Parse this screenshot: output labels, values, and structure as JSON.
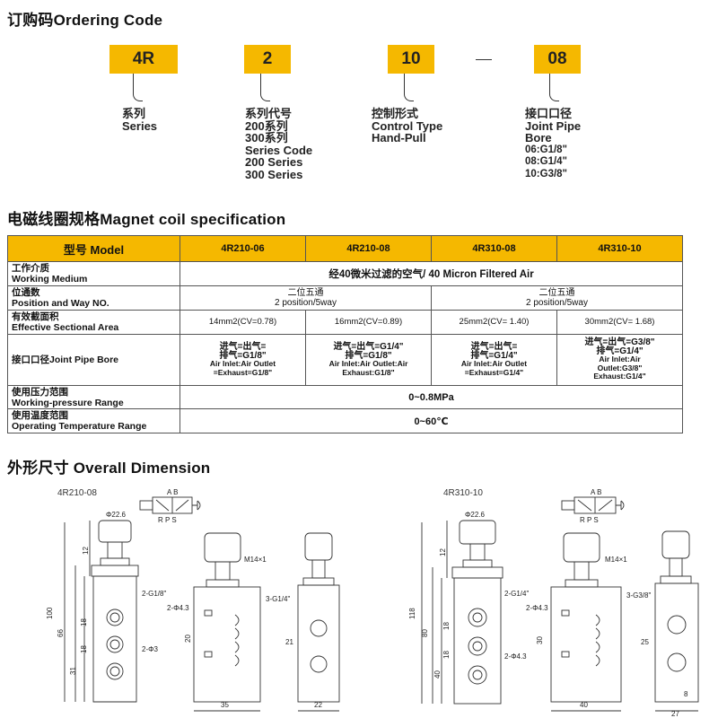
{
  "ordering": {
    "title": "订购码Ordering Code",
    "boxes": [
      "4R",
      "2",
      "10",
      "08"
    ],
    "dash": "—",
    "labels": {
      "series": [
        "系列",
        "Series"
      ],
      "series_code": [
        "系列代号",
        "200系列",
        "300系列",
        "Series Code",
        "200 Series",
        "300 Series"
      ],
      "control": [
        "控制形式",
        "Control Type",
        "Hand-Pull"
      ],
      "bore": [
        "接口口径",
        "Joint Pipe",
        "Bore",
        "06:G1/8\"",
        "08:G1/4\"",
        "10:G3/8\""
      ]
    }
  },
  "spec": {
    "title": "电磁线圈规格Magnet coil specification",
    "header": [
      "型号 Model",
      "4R210-06",
      "4R210-08",
      "4R310-08",
      "4R310-10"
    ],
    "rows": {
      "medium": {
        "label_cn": "工作介质",
        "label_en": "Working Medium",
        "value": "经40微米过滤的空气/ 40 Micron Filtered Air"
      },
      "position": {
        "label_cn": "位通数",
        "label_en": "Position and Way NO.",
        "v1_cn": "二位五通",
        "v1_en": "2 position/5way",
        "v2_cn": "二位五通",
        "v2_en": "2 position/5way"
      },
      "area": {
        "label_cn": "有效截面积",
        "label_en": "Effective Sectional Area",
        "values": [
          "14mm2(CV=0.78)",
          "16mm2(CV=0.89)",
          "25mm2(CV= 1.40)",
          "30mm2(CV= 1.68)"
        ]
      },
      "bore": {
        "label": "接口口径Joint Pipe Bore",
        "cells": [
          [
            "进气=出气=",
            "排气=G1/8\"",
            "Air Inlet:Air Outlet",
            "=Exhaust=G1/8\""
          ],
          [
            "进气=出气=G1/4\"",
            "排气=G1/8\"",
            "Air Inlet:Air Outlet:Air",
            "Exhaust:G1/8\""
          ],
          [
            "进气=出气=",
            "排气=G1/4\"",
            "Air Inlet:Air Outlet",
            "=Exhaust=G1/4\""
          ],
          [
            "进气=出气=G3/8\"",
            "排气=G1/4\"",
            "Air Inlet:Air",
            "Outlet:G3/8\"",
            "Exhaust:G1/4\""
          ]
        ]
      },
      "pressure": {
        "label_cn": "使用压力范围",
        "label_en": "Working-pressure Range",
        "value": "0~0.8MPa"
      },
      "temperature": {
        "label_cn": "使用温度范围",
        "label_en": "Operating Temperature Range",
        "value": "0~60℃"
      }
    }
  },
  "dimension": {
    "title": "外形尺寸 Overall Dimension",
    "model_left": "4R210-08",
    "model_right": "4R310-10",
    "left": {
      "port_ab": "A  B",
      "port_rps": "R  P  S",
      "d_top": "Φ22.6",
      "m": "M14×1",
      "g_ports": "2-G1/8\"",
      "g_side": "3-G1/4\"",
      "holes1": "2-Φ4.3",
      "holes2": "2-Φ3",
      "h_total": "100",
      "h_body": "66",
      "h_12": "12",
      "h_18a": "18",
      "h_18b": "18",
      "h_31": "31",
      "h_20": "20",
      "h_21": "21",
      "w_35": "35",
      "w_22": "22"
    },
    "right": {
      "port_ab": "A  B",
      "port_rps": "R  P  S",
      "d_top": "Φ22.6",
      "m": "M14×1",
      "g_ports": "2-G1/4\"",
      "g_side": "3-G3/8\"",
      "holes1": "2-Φ4.3",
      "holes2": "2-Φ4.3",
      "h_total": "118",
      "h_body": "80",
      "h_12": "12",
      "h_18a": "18",
      "h_18b": "18",
      "h_40": "40",
      "h_30": "30",
      "h_25": "25",
      "w_40": "40",
      "w_27": "27",
      "w_8": "8"
    }
  },
  "colors": {
    "accent": "#f5b800",
    "line": "#333333"
  }
}
